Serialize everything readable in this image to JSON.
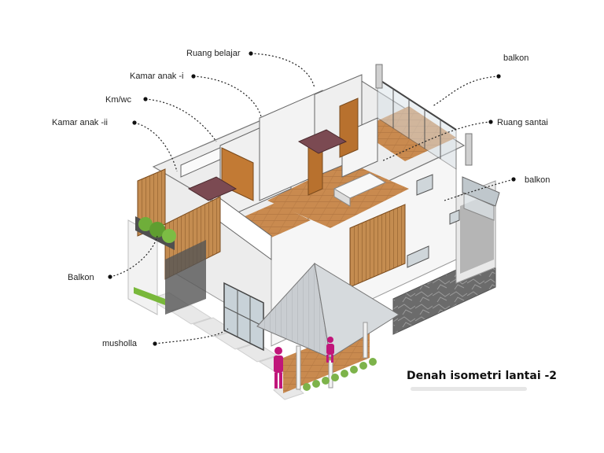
{
  "diagram": {
    "title": "Denah isometri lantai -2",
    "labels": {
      "ruang_belajar": "Ruang belajar",
      "kamar_anak_i": "Kamar anak -i",
      "km_wc": "Km/wc",
      "kamar_anak_ii": "Kamar anak -ii",
      "balkon_top": "balkon",
      "ruang_santai": "Ruang santai",
      "balkon_right": "balkon",
      "balkon_left": "Balkon",
      "musholla": "musholla"
    },
    "colors": {
      "wall": "#f4f4f4",
      "wall_shadow": "#d8d8d8",
      "wood_floor": "#c98a4f",
      "wood_panel": "#b9824a",
      "stone": "#6f6f6f",
      "roof": "#c9cdd1",
      "figure": "#c0167a",
      "grass": "#79b83b",
      "leader": "#222222"
    }
  }
}
